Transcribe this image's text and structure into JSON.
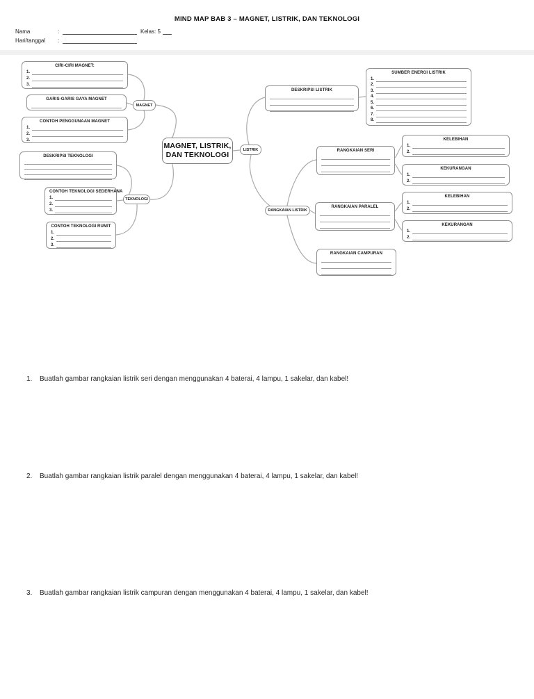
{
  "header": {
    "title": "MIND MAP BAB 3 – MAGNET, LISTRIK, DAN TEKNOLOGI",
    "name_label": "Nama",
    "date_label": "Hari/tanggal",
    "colon": ":",
    "kelas_label": "Kelas: 5"
  },
  "mindmap": {
    "center_line1": "MAGNET, LISTRIK,",
    "center_line2": "DAN TEKNOLOGI",
    "nodes": {
      "magnet": "MAGNET",
      "teknologi": "TEKNOLOGI",
      "listrik": "LISTRIK",
      "rangkaian_listrik": "RANGKAIAN LISTRIK"
    },
    "num": [
      "1.",
      "2.",
      "3.",
      "4.",
      "5.",
      "6.",
      "7.",
      "8."
    ],
    "boxes": {
      "ciri": {
        "title": "CIRI-CIRI MAGNET:"
      },
      "garis": {
        "title": "GARIS-GARIS GAYA MAGNET"
      },
      "contoh_magnet": {
        "title": "CONTOH PENGGUNAAN MAGNET"
      },
      "deskripsi_teknologi": {
        "title": "DESKRIPSI TEKNOLOGI"
      },
      "teknologi_sederhana": {
        "title": "CONTOH TEKNOLOGI SEDERHANA"
      },
      "teknologi_rumit": {
        "title": "CONTOH TEKNOLOGI RUMIT"
      },
      "deskripsi_listrik": {
        "title": "DESKRIPSI LISTRIK"
      },
      "sumber_energi": {
        "title": "SUMBER ENERGI LISTRIK"
      },
      "rangkaian_seri": {
        "title": "RANGKAIAN SERI"
      },
      "seri_kelebihan": {
        "title": "KELEBIHAN"
      },
      "seri_kekurangan": {
        "title": "KEKURANGAN"
      },
      "rangkaian_paralel": {
        "title": "RANGKAIAN PARALEL"
      },
      "paralel_kelebihan": {
        "title": "KELEBIHAN"
      },
      "paralel_kekurangan": {
        "title": "KEKURANGAN"
      },
      "rangkaian_campuran": {
        "title": "RANGKAIAN CAMPURAN"
      }
    }
  },
  "questions": [
    {
      "num": "1.",
      "text": "Buatlah gambar rangkaian listrik seri dengan menggunakan 4 baterai, 4 lampu, 1 sakelar, dan kabel!"
    },
    {
      "num": "2.",
      "text": "Buatlah gambar rangkaian listrik paralel dengan menggunakan 4 baterai, 4 lampu, 1 sakelar, dan kabel!"
    },
    {
      "num": "3.",
      "text": "Buatlah gambar rangkaian listrik campuran dengan menggunakan 4 baterai, 4 lampu, 1 sakelar, dan kabel!"
    }
  ],
  "colors": {
    "text": "#1f1f1f",
    "box_border": "#8f8f8f",
    "blank_line": "#999999",
    "connector": "#ababab",
    "page_gap": "#f1f1f1"
  }
}
